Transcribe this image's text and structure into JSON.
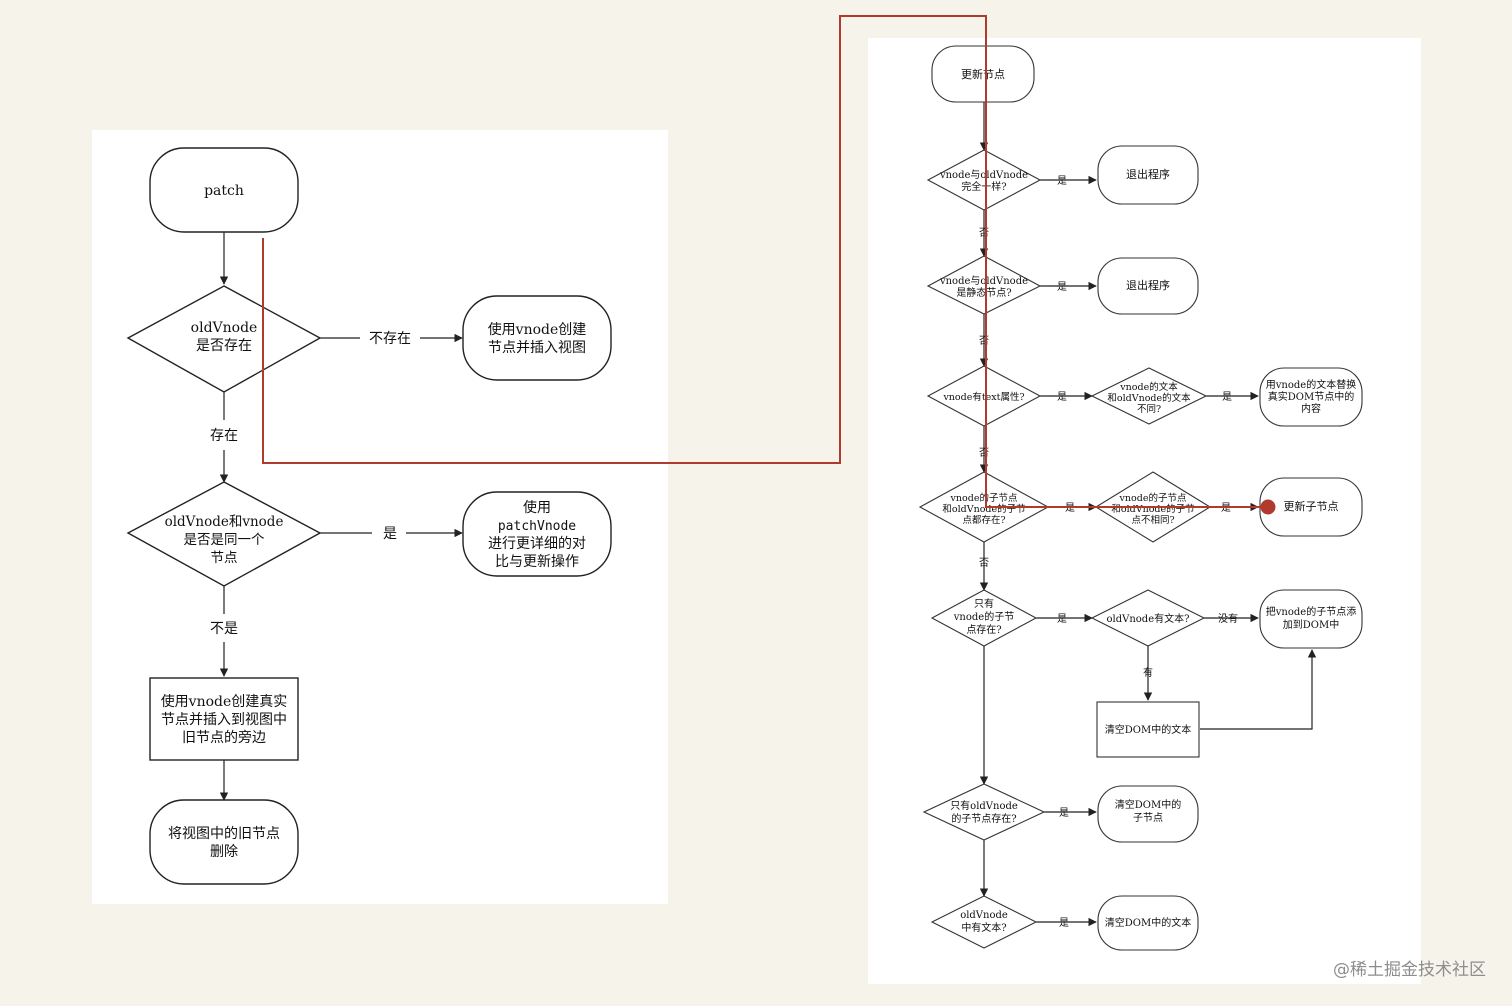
{
  "left": {
    "patch": "patch",
    "q1": [
      "oldVnode",
      "是否存在"
    ],
    "q1_no": "不存在",
    "create_new": [
      "使用vnode创建",
      "节点并插入视图"
    ],
    "q1_yes": "存在",
    "q2": [
      "oldVnode和vnode",
      "是否是同一个",
      "节点"
    ],
    "q2_yes": "是",
    "patch_vnode": [
      "使用",
      "patchVnode",
      "进行更详细的对",
      "比与更新操作"
    ],
    "q2_no": "不是",
    "create_insert": [
      "使用vnode创建真实",
      "节点并插入到视图中",
      "旧节点的旁边"
    ],
    "remove_old": [
      "将视图中的旧节点",
      "删除"
    ]
  },
  "right": {
    "update_node": "更新节点",
    "q_same": [
      "vnode与oldVnode",
      "完全一样?"
    ],
    "exit1": "退出程序",
    "q_static": [
      "vnode与oldVnode",
      "是静态节点?"
    ],
    "exit2": "退出程序",
    "q_text": [
      "vnode有text属性?"
    ],
    "q_text_diff": [
      "vnode的文本",
      "和oldVnode的文本",
      "不同?"
    ],
    "replace_text": [
      "用vnode的文本替换",
      "真实DOM节点中的",
      "内容"
    ],
    "q_both_children": [
      "vnode的子节点",
      "和oldVnode的子节",
      "点都存在?"
    ],
    "q_children_diff": [
      "vnode的子节点",
      "和oldVnode的子节",
      "点不相同?"
    ],
    "update_children": "更新子节点",
    "q_only_vnode_children": [
      "只有",
      "vnode的子节",
      "点存在?"
    ],
    "q_old_has_text": "oldVnode有文本?",
    "add_children": [
      "把vnode的子节点添",
      "加到DOM中"
    ],
    "clear_text_mid": "清空DOM中的文本",
    "q_only_old_children": [
      "只有oldVnode",
      "的子节点存在?"
    ],
    "clear_children": [
      "清空DOM中的",
      "子节点"
    ],
    "q_old_text": [
      "oldVnode",
      "中有文本?"
    ],
    "clear_text_bottom": "清空DOM中的文本",
    "yes": "是",
    "no": "否",
    "none": "没有",
    "has": "有"
  },
  "watermark": "@稀土掘金技术社区",
  "colors": {
    "background": "#f6f4ea",
    "highlight": "#b03a2e"
  }
}
